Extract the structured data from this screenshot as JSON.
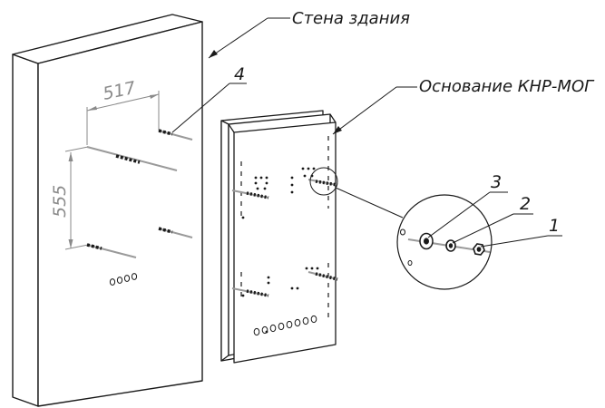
{
  "labels": {
    "wall": "Стена здания",
    "base": "Основание КНР-МОГ",
    "dim_horizontal": "517",
    "dim_vertical": "555",
    "callout_1": "1",
    "callout_2": "2",
    "callout_3": "3",
    "callout_4": "4"
  },
  "colors": {
    "line": "#1a1a1a",
    "dimension": "#8a8a8a",
    "rod": "#9a9a9a"
  }
}
